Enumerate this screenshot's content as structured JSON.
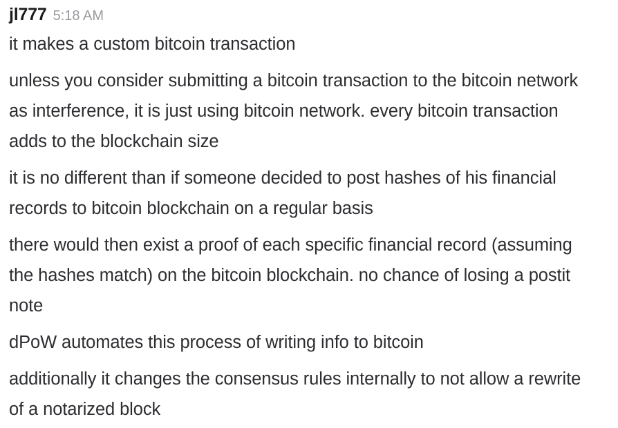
{
  "message": {
    "author": "jl777",
    "timestamp": "5:18 AM",
    "paragraphs": [
      "it makes a custom bitcoin transaction",
      "unless you consider submitting a bitcoin transaction to the bitcoin network as interference, it is just using bitcoin network. every bitcoin transaction adds to the blockchain size",
      "it is no different than if someone decided to post hashes of his financial records to bitcoin blockchain on a regular basis",
      "there would then exist a proof of each specific financial record (assuming the hashes match) on the bitcoin blockchain. no chance of losing a postit note",
      "dPoW automates this process of writing info to bitcoin",
      "additionally it changes the consensus rules internally to not allow a rewrite of a notarized block"
    ]
  },
  "colors": {
    "background": "#ffffff",
    "author_text": "#1d1c1d",
    "timestamp_text": "#9a9a9f",
    "body_text": "#2c2d30"
  }
}
